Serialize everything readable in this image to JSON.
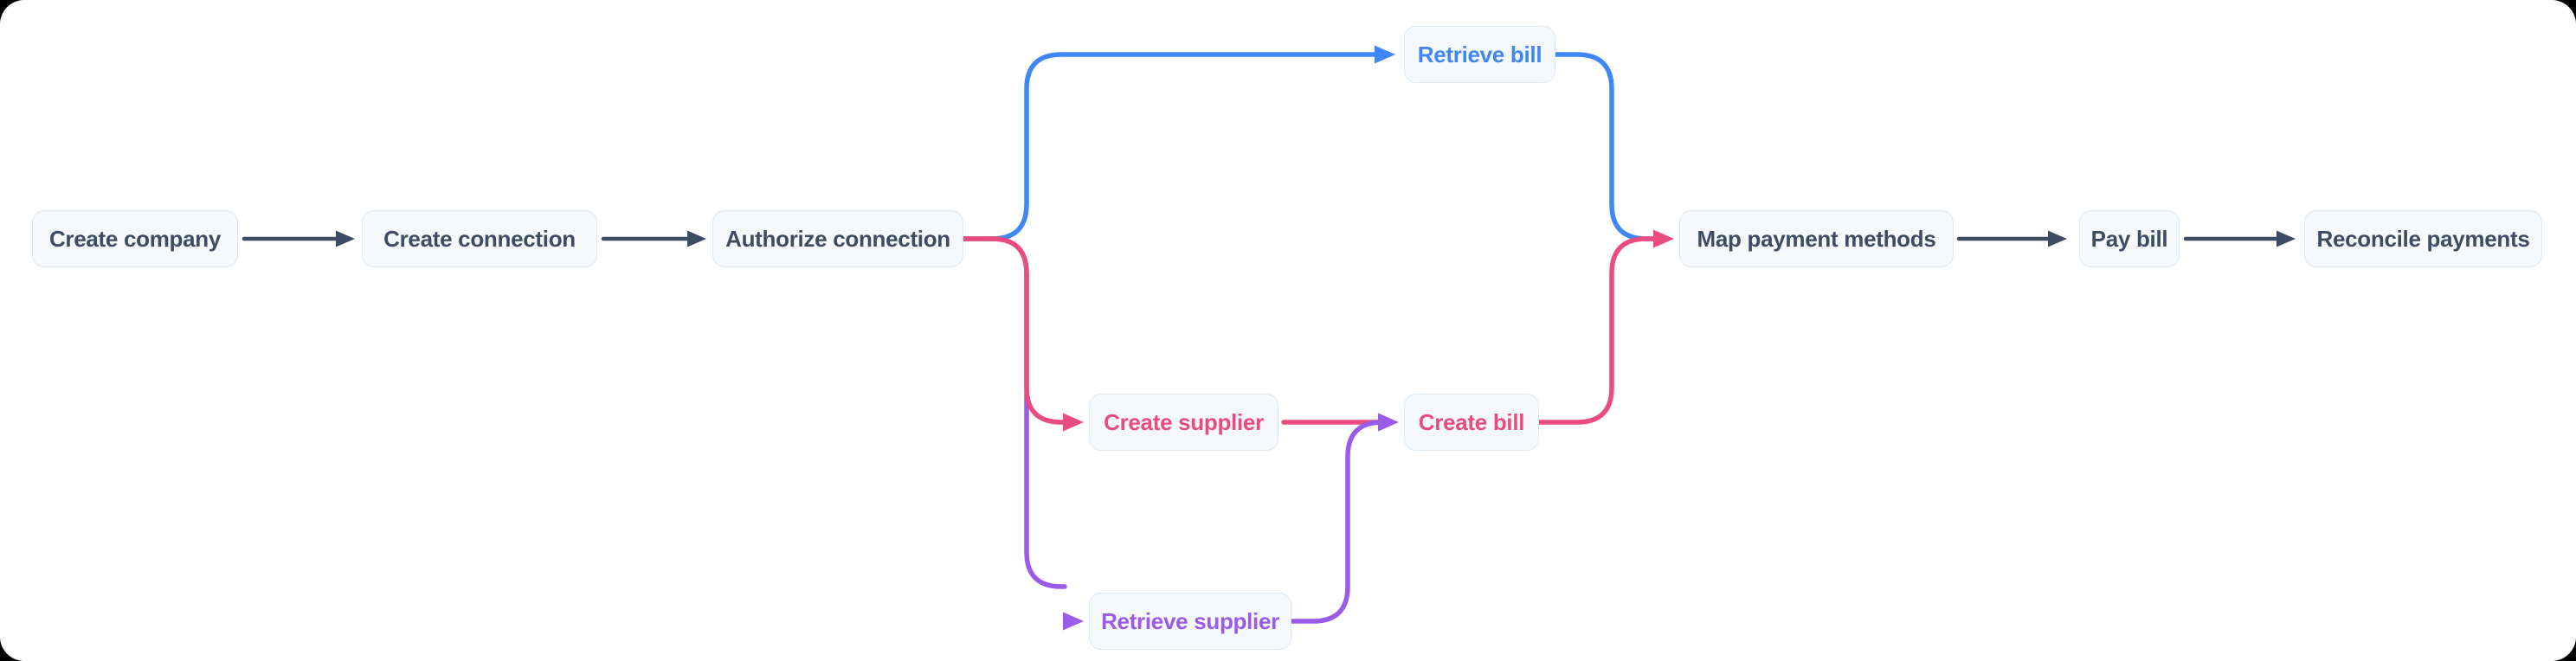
{
  "colors": {
    "page-bg": "#000000",
    "surface": "#ffffff",
    "dark": "#3e4c63",
    "blue": "#3f86f6",
    "pink": "#ea4c80",
    "purple": "#9a5ce8",
    "node-bg": "#f5f9fc",
    "node-border": "#dde8f2",
    "node-text": "#3e4c63"
  },
  "diagram": {
    "type": "flowchart",
    "direction": "left-to-right"
  },
  "nodes": [
    {
      "id": "create-company",
      "label": "Create company",
      "color": "dark"
    },
    {
      "id": "create-connection",
      "label": "Create connection",
      "color": "dark"
    },
    {
      "id": "authorize-connection",
      "label": "Authorize connection",
      "color": "dark"
    },
    {
      "id": "retrieve-bill",
      "label": "Retrieve bill",
      "color": "blue"
    },
    {
      "id": "create-supplier",
      "label": "Create supplier",
      "color": "pink"
    },
    {
      "id": "create-bill",
      "label": "Create bill",
      "color": "pink"
    },
    {
      "id": "retrieve-supplier",
      "label": "Retrieve supplier",
      "color": "purple"
    },
    {
      "id": "map-payment-methods",
      "label": "Map payment methods",
      "color": "dark"
    },
    {
      "id": "pay-bill",
      "label": "Pay bill",
      "color": "dark"
    },
    {
      "id": "reconcile-payments",
      "label": "Reconcile payments",
      "color": "dark"
    }
  ],
  "edges": [
    {
      "from": "create-company",
      "to": "create-connection",
      "color": "dark"
    },
    {
      "from": "create-connection",
      "to": "authorize-connection",
      "color": "dark"
    },
    {
      "from": "authorize-connection",
      "to": "retrieve-bill",
      "color": "blue"
    },
    {
      "from": "retrieve-bill",
      "to": "map-payment-methods",
      "color": "blue"
    },
    {
      "from": "authorize-connection",
      "to": "create-supplier",
      "color": "pink"
    },
    {
      "from": "authorize-connection",
      "to": "retrieve-supplier",
      "color": "purple"
    },
    {
      "from": "create-supplier",
      "to": "create-bill",
      "color": "pink"
    },
    {
      "from": "retrieve-supplier",
      "to": "create-bill",
      "color": "purple"
    },
    {
      "from": "create-bill",
      "to": "map-payment-methods",
      "color": "pink"
    },
    {
      "from": "map-payment-methods",
      "to": "pay-bill",
      "color": "dark"
    },
    {
      "from": "pay-bill",
      "to": "reconcile-payments",
      "color": "dark"
    }
  ]
}
